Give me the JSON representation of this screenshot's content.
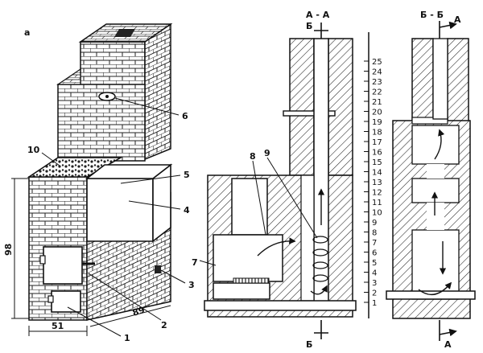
{
  "figure": {
    "panel_letter": "а",
    "dimensions": {
      "width": "51",
      "depth": "89",
      "height": "98"
    },
    "callouts": [
      "1",
      "2",
      "3",
      "4",
      "5",
      "6",
      "7",
      "8",
      "9",
      "10"
    ],
    "sections": {
      "aa": "А - А",
      "bb": "Б - Б"
    },
    "cut_marks": {
      "b_top": "Б",
      "b_bottom": "Б",
      "a_top": "А",
      "a_bottom": "А"
    },
    "scale_labels": [
      "1",
      "2",
      "3",
      "4",
      "5",
      "6",
      "7",
      "8",
      "9",
      "10",
      "11",
      "12",
      "13",
      "14",
      "15",
      "16",
      "17",
      "18",
      "19",
      "20",
      "21",
      "22",
      "23",
      "24",
      "25"
    ]
  }
}
